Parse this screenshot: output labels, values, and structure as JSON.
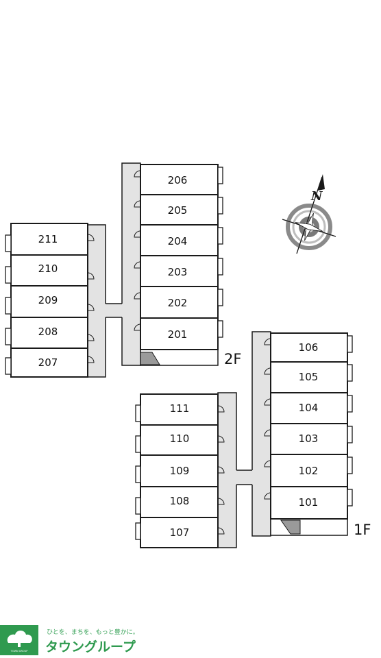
{
  "floors": [
    {
      "label": "2F",
      "units": [
        "206",
        "205",
        "204",
        "203",
        "202",
        "201",
        "211",
        "210",
        "209",
        "208",
        "207"
      ]
    },
    {
      "label": "1F",
      "units": [
        "106",
        "105",
        "104",
        "103",
        "102",
        "101",
        "111",
        "110",
        "109",
        "108",
        "107"
      ]
    }
  ],
  "compass": {
    "north_label": "N"
  },
  "logo": {
    "tagline": "ひとを、まちを、もっと豊かに。",
    "name": "タウングループ",
    "mark_text": "TOWN GROUP"
  },
  "colors": {
    "line": "#1a1a1a",
    "corridor": "#e3e3e3",
    "stairs": "#9a9a9a",
    "brand": "#2f9a4f"
  }
}
